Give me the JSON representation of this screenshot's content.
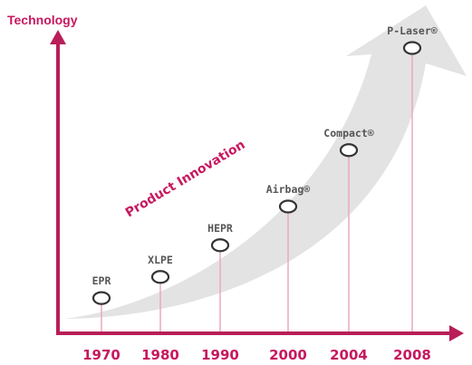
{
  "colors": {
    "accent": "#c7185f",
    "axis": "#b81e58",
    "marker_stroke": "#333333",
    "label": "#555555",
    "arrow_fill": "#d9d9d9"
  },
  "chart_data": {
    "type": "scatter",
    "ylabel": "Technology",
    "annotation": "Product Innovation",
    "categories": [
      "1970",
      "1980",
      "1990",
      "2000",
      "2004",
      "2008"
    ],
    "points": [
      {
        "x": "1970",
        "label": "EPR",
        "level": 1.0
      },
      {
        "x": "1980",
        "label": "XLPE",
        "level": 1.6
      },
      {
        "x": "1990",
        "label": "HEPR",
        "level": 2.5
      },
      {
        "x": "2000",
        "label": "Airbag®",
        "level": 3.6
      },
      {
        "x": "2004",
        "label": "Compact®",
        "level": 5.2
      },
      {
        "x": "2008",
        "label": "P-Laser®",
        "level": 8.1
      }
    ],
    "ylim": [
      0,
      9
    ],
    "grid": false,
    "legend": "none"
  }
}
